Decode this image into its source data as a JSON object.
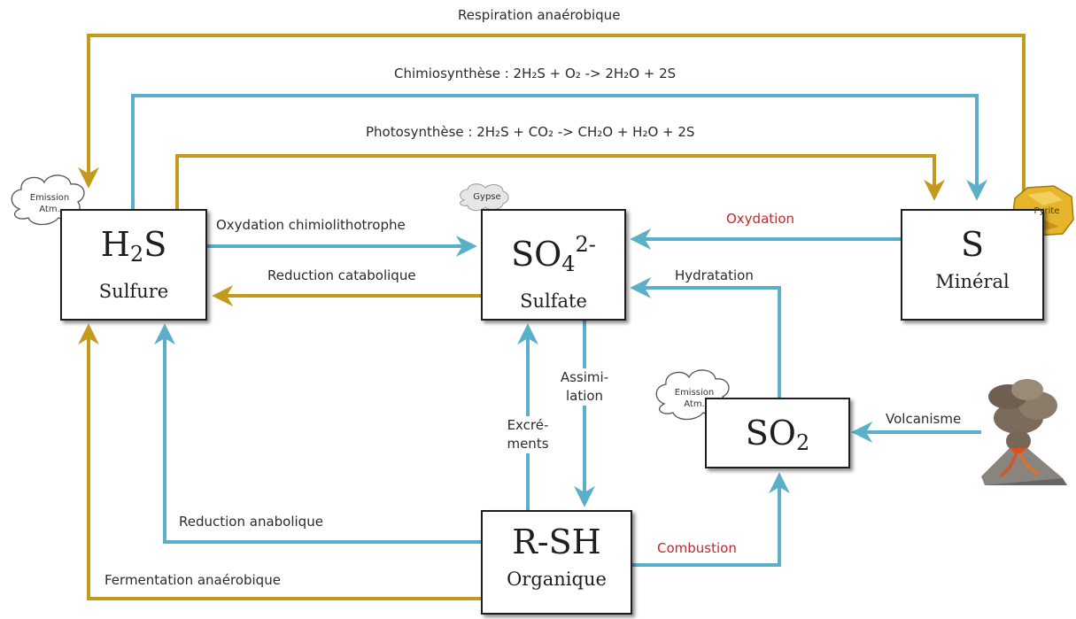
{
  "colors": {
    "teal": "#5ab0c8",
    "gold": "#c39a1e",
    "red": "#c0282d",
    "box_border": "#1e1e1e"
  },
  "boxes": {
    "h2s": {
      "formula_main": "H",
      "formula_sub": "2",
      "formula_tail": "S",
      "name": "Sulfure"
    },
    "so4": {
      "formula_main": "SO",
      "formula_sub": "4",
      "formula_sup": "2-",
      "name": "Sulfate"
    },
    "s": {
      "formula_main": "S",
      "name": "Minéral"
    },
    "so2": {
      "formula_main": "SO",
      "formula_sub": "2"
    },
    "rsh": {
      "formula_main": "R-SH",
      "name": "Organique"
    }
  },
  "labels": {
    "respiration": "Respiration anaérobique",
    "chimiosynthese": "Chimiosynthèse : 2H₂S + O₂ -> 2H₂O + 2S",
    "photosynthese": "Photosynthèse : 2H₂S + CO₂ -> CH₂O + H₂O + 2S",
    "oxydation_chimio": "Oxydation chimiolithotrophe",
    "reduction_catabolique": "Reduction catabolique",
    "oxydation": "Oxydation",
    "hydratation": "Hydratation",
    "assimilation": "Assimi-\nlation",
    "excrements": "Excré-\nments",
    "volcanisme": "Volcanisme",
    "reduction_anabolique": "Reduction anabolique",
    "combustion": "Combustion",
    "fermentation": "Fermentation anaérobique"
  },
  "clouds": {
    "h2s_emission": "Emission\nAtm.",
    "so2_emission": "Emission\nAtm.",
    "gypse": "Gypse",
    "pyrite": "Pyrite"
  }
}
